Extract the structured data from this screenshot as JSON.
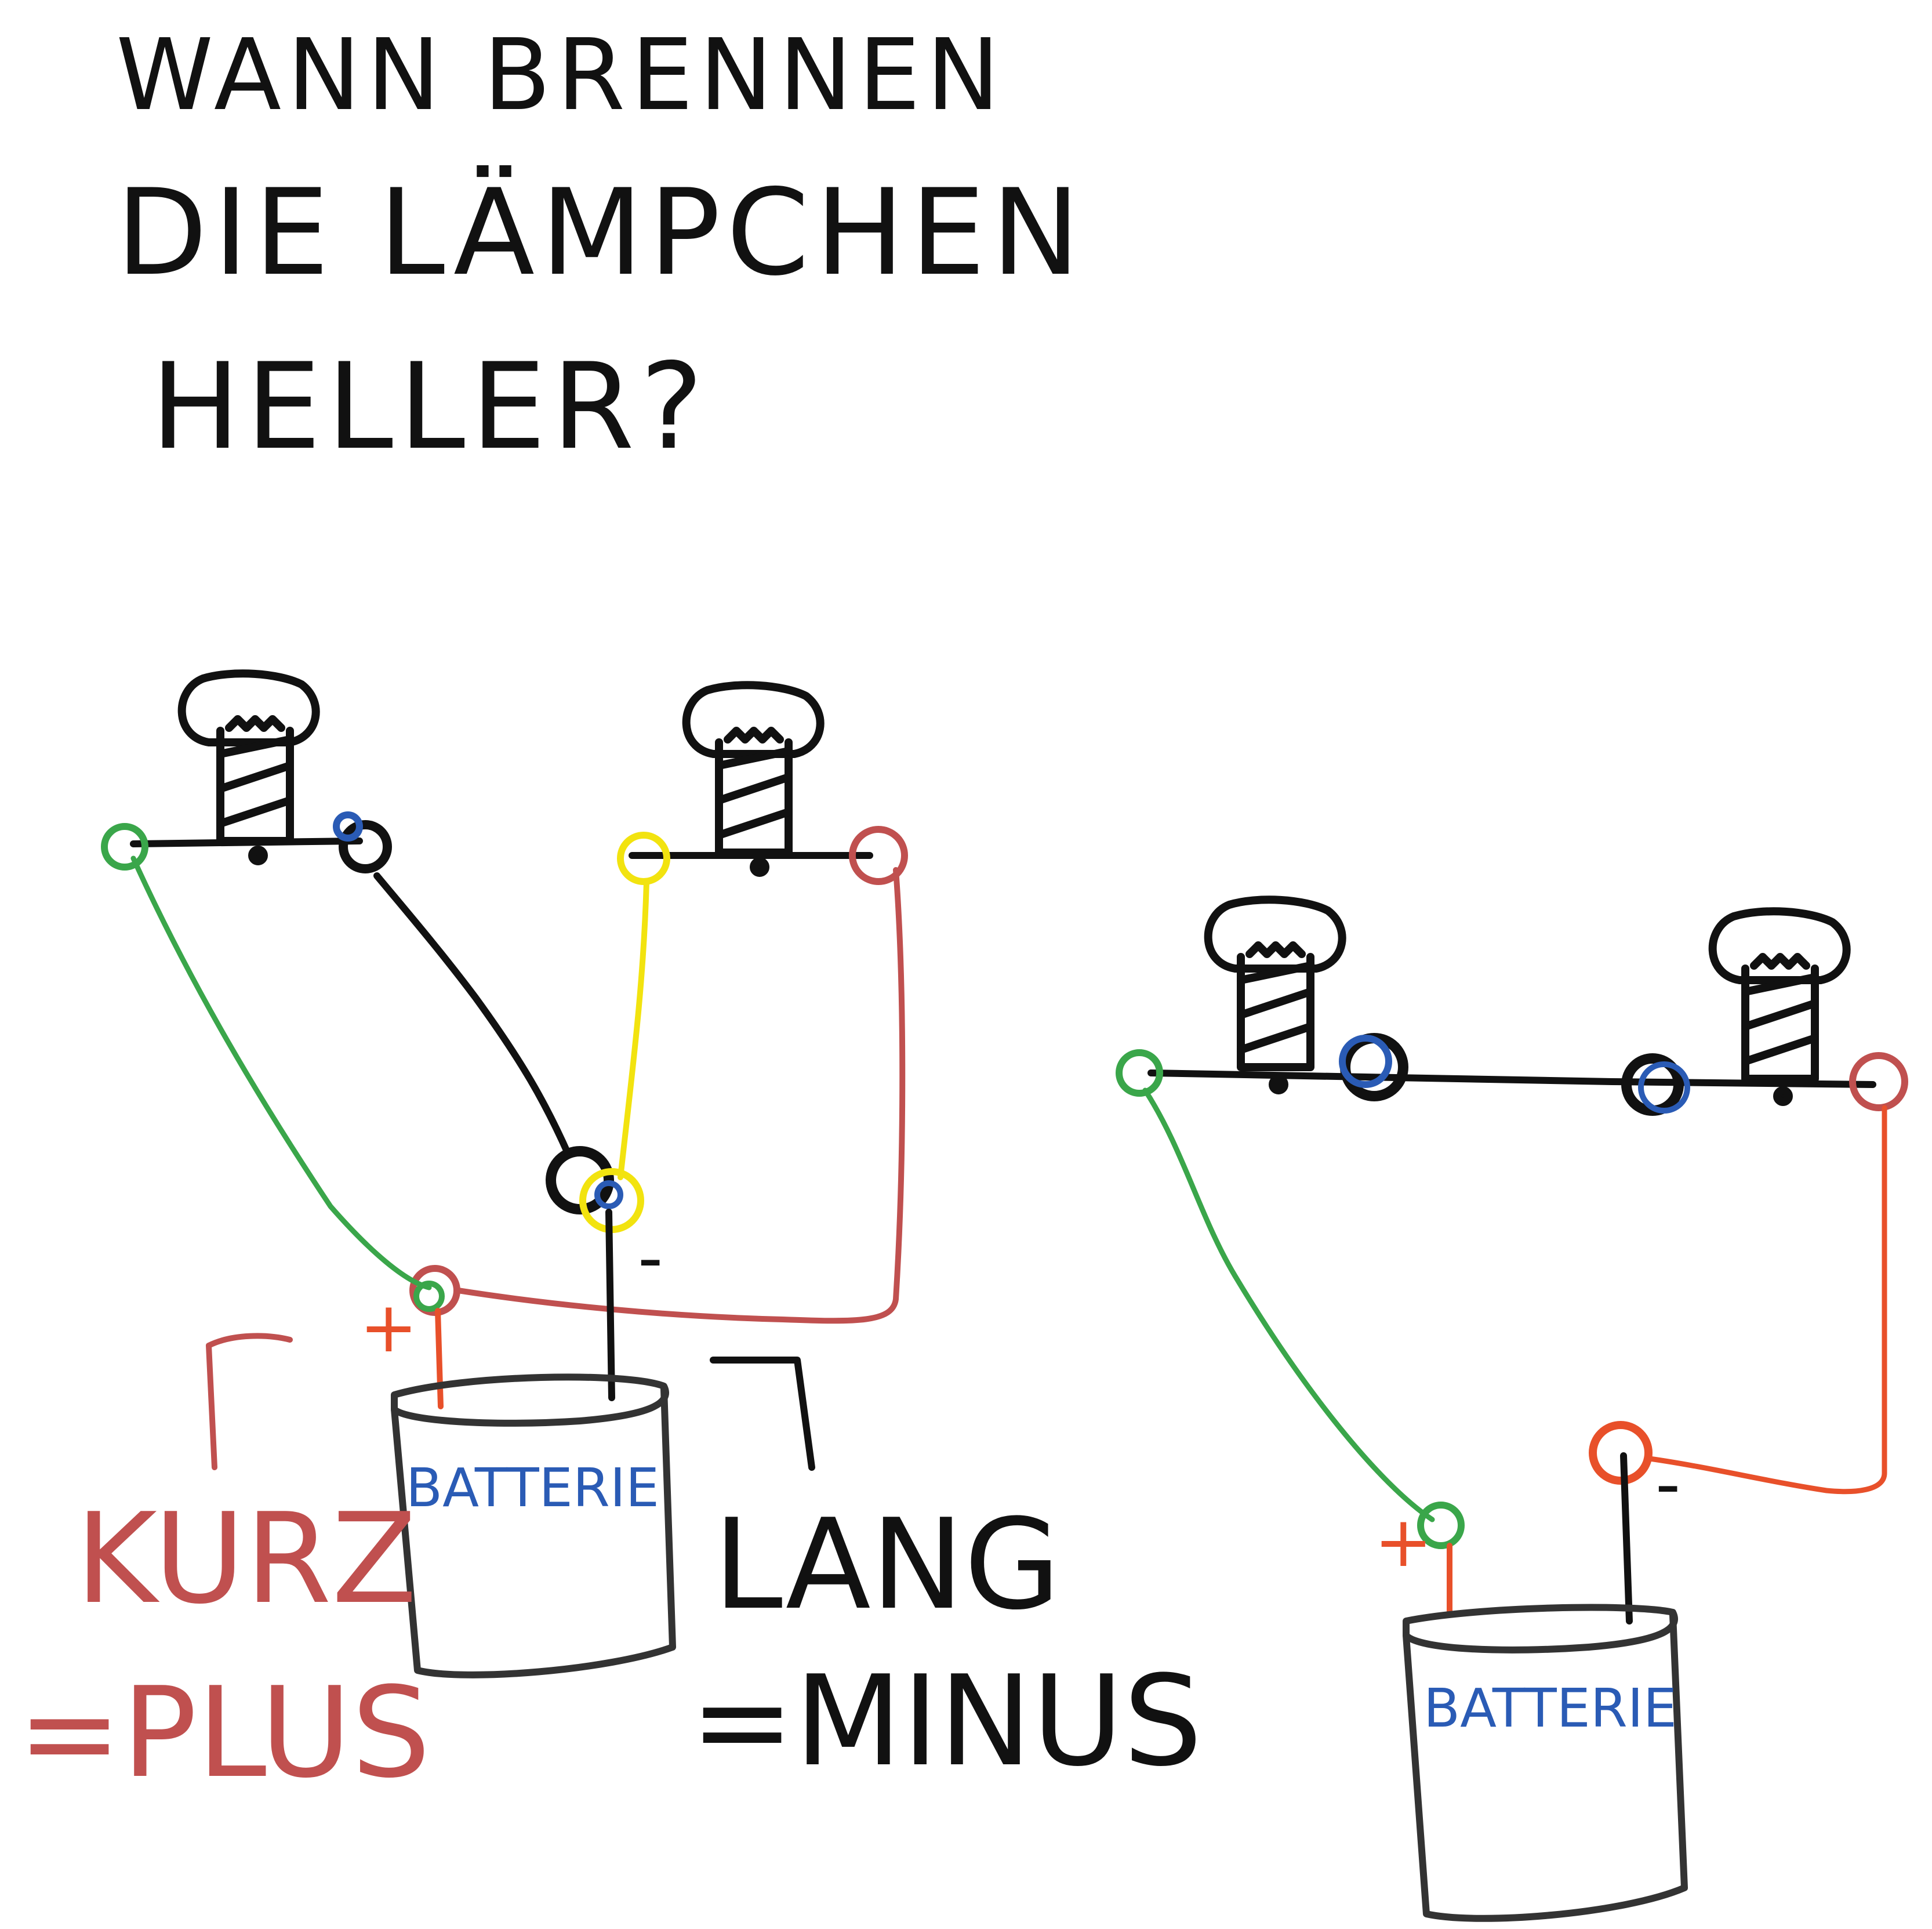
{
  "title": {
    "line1": "WANN BRENNEN",
    "line2": "DIE LÄMPCHEN",
    "line3": "HELLER?"
  },
  "left_circuit": {
    "battery_label": "BATTERIE",
    "plus_sign": "+",
    "minus_sign": "-"
  },
  "right_circuit": {
    "battery_label": "BATTERIE",
    "plus_sign": "+",
    "minus_sign": "-"
  },
  "notes": {
    "short_label": "KURZ",
    "short_meaning": "=PLUS",
    "long_label": "LANG",
    "long_meaning": "=MINUS"
  },
  "colors": {
    "ink": "#111111",
    "green_wire": "#3aa64a",
    "red_wire": "#c0504f",
    "orange_wire": "#e8502a",
    "yellow_wire": "#f2e30f",
    "blue_mark": "#2a5bb5",
    "battery_outline": "#333333"
  },
  "icons": [
    "light-bulb-icon",
    "battery-icon",
    "terminal-ring-icon"
  ]
}
